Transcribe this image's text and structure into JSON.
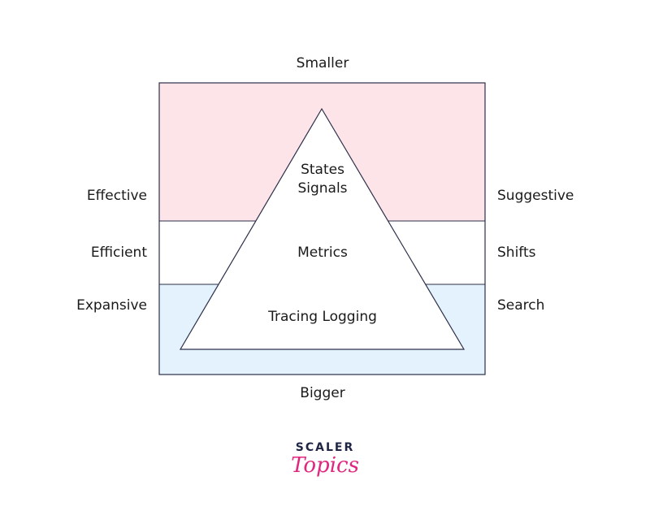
{
  "labels": {
    "top": "Smaller",
    "bottom": "Bigger",
    "left_top": "Effective",
    "left_middle": "Efficient",
    "left_bottom": "Expansive",
    "right_top": "Suggestive",
    "right_middle": "Shifts",
    "right_bottom": "Search"
  },
  "pyramid": {
    "top_line1": "States",
    "top_line2": "Signals",
    "middle": "Metrics",
    "bottom": "Tracing Logging"
  },
  "logo": {
    "line1": "SCALER",
    "line2": "Topics"
  },
  "colors": {
    "top_band": "#fde4e8",
    "middle_band": "#ffffff",
    "bottom_band": "#e4f2fd",
    "outline": "#2b2f4a",
    "logo_dark": "#1f2544",
    "logo_accent": "#e0267f"
  }
}
